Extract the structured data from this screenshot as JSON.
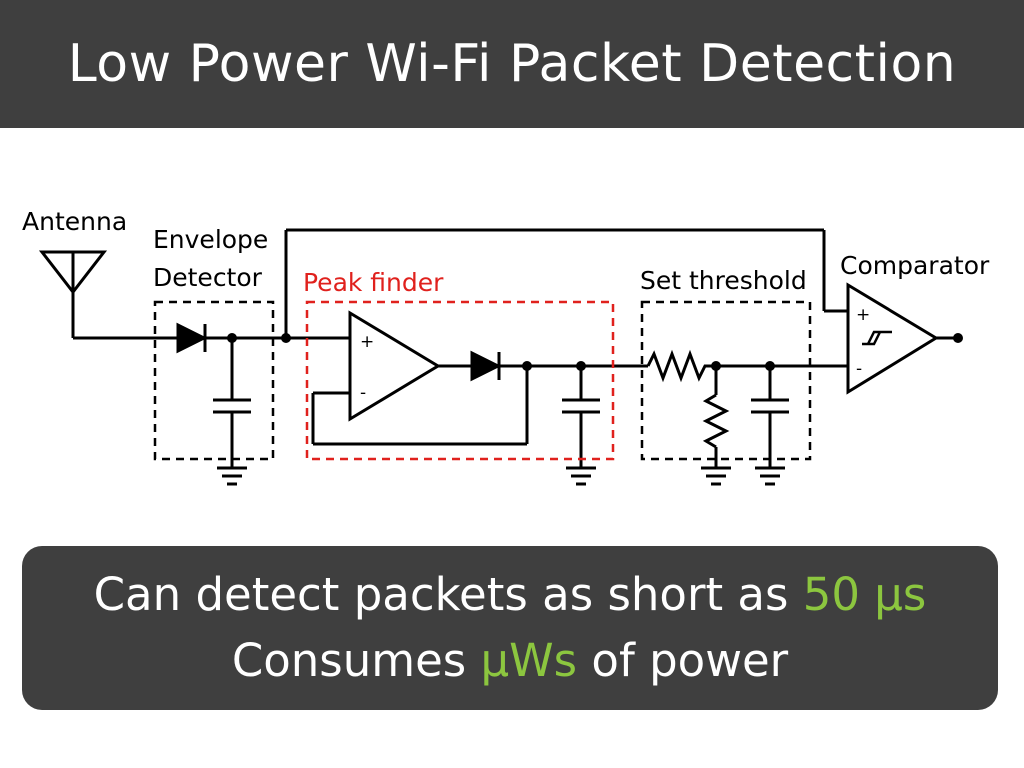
{
  "title": "Low Power Wi-Fi Packet Detection",
  "diagram": {
    "labels": {
      "antenna": "Antenna",
      "envelope_1": "Envelope",
      "envelope_2": "Detector",
      "peak_finder": "Peak finder",
      "set_threshold": "Set threshold",
      "comparator": "Comparator",
      "plus": "+",
      "minus": "-"
    },
    "colors": {
      "peak_finder": "#e0211d",
      "highlight": "#8cc63f",
      "dark_panel": "#3f3f3f"
    }
  },
  "callout": {
    "line1_prefix": "Can detect packets as short as ",
    "line1_value": "50 µs",
    "line2_prefix": "Consumes ",
    "line2_value": "µWs",
    "line2_suffix": " of power"
  }
}
